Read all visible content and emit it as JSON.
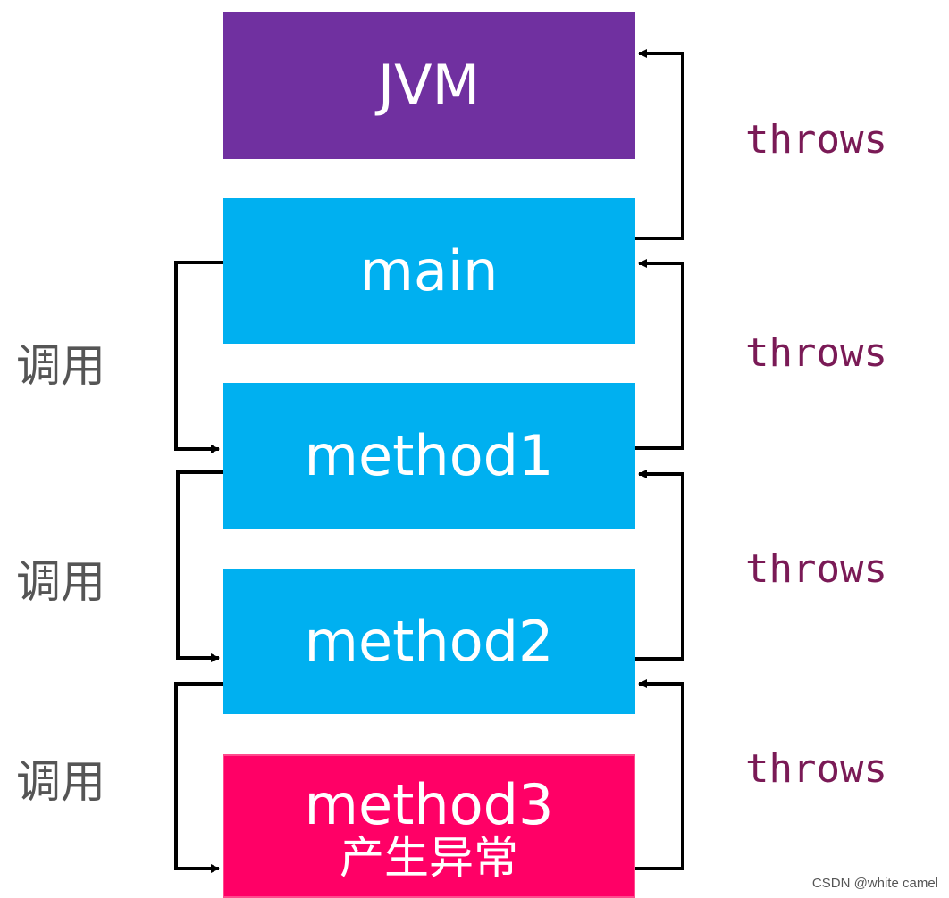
{
  "boxes": {
    "jvm": {
      "label": "JVM"
    },
    "main": {
      "label": "main"
    },
    "method1": {
      "label": "method1"
    },
    "method2": {
      "label": "method2"
    },
    "method3": {
      "label": "method3",
      "sublabel": "产生异常"
    }
  },
  "call_labels": [
    "调用",
    "调用",
    "调用"
  ],
  "throws_labels": [
    "throws",
    "throws",
    "throws",
    "throws"
  ],
  "watermark": "CSDN @white camel",
  "colors": {
    "jvm": "#7030a0",
    "method": "#00b0f0",
    "exception": "#ff0066",
    "throws_text": "#7a1a56",
    "call_text": "#555555"
  }
}
